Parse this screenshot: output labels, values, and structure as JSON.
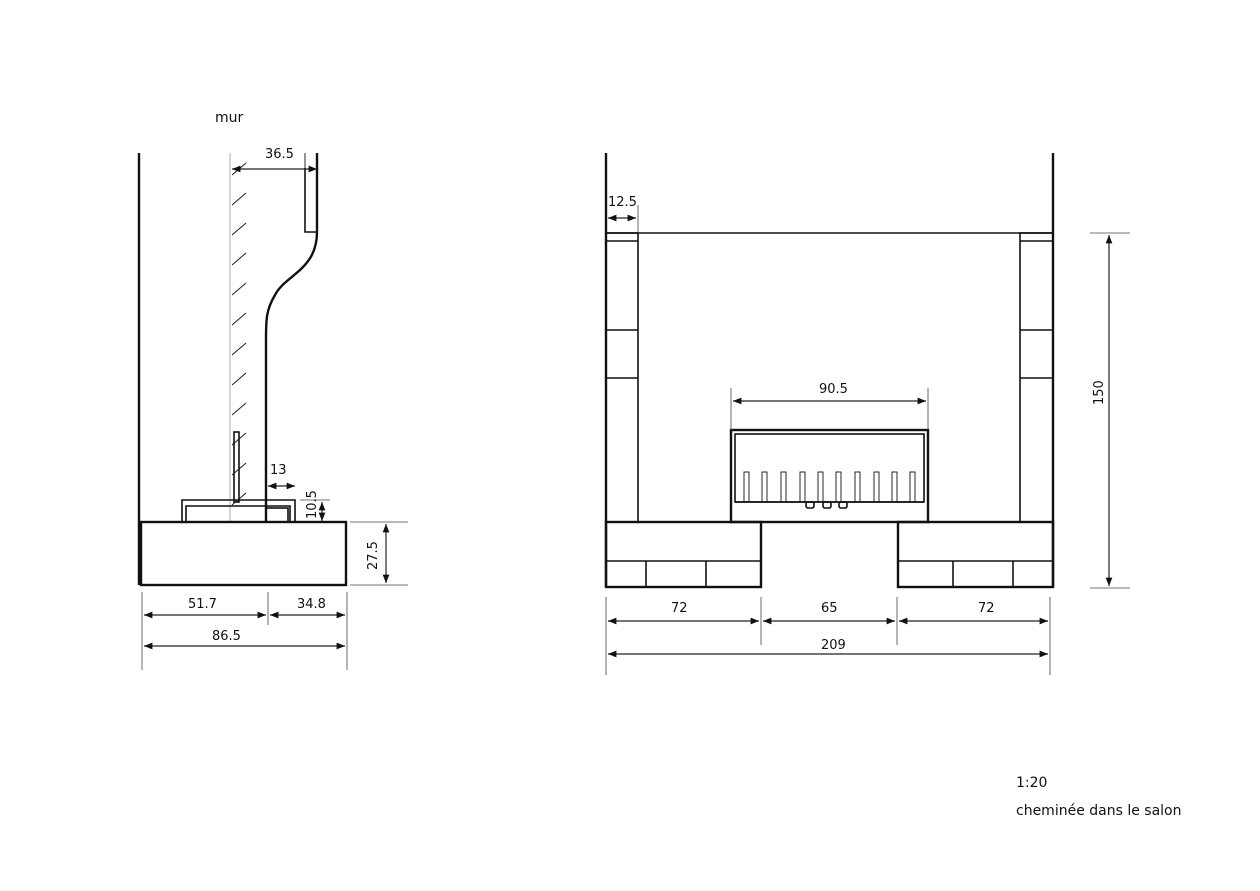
{
  "labels": {
    "wall": "mur",
    "scale": "1:20",
    "caption": "cheminée dans le salon"
  },
  "section": {
    "dim_top_depth": "36.5",
    "dim_hearth_lip": "13",
    "dim_grate_height": "10.5",
    "dim_hearth_height": "27.5",
    "dim_front_depth": "51.7",
    "dim_back_depth": "34.8",
    "dim_total_depth": "86.5"
  },
  "elevation": {
    "dim_jamb_width": "12.5",
    "dim_grate_width": "90.5",
    "dim_height": "150",
    "dim_left_base": "72",
    "dim_opening": "65",
    "dim_right_base": "72",
    "dim_total_width": "209"
  }
}
